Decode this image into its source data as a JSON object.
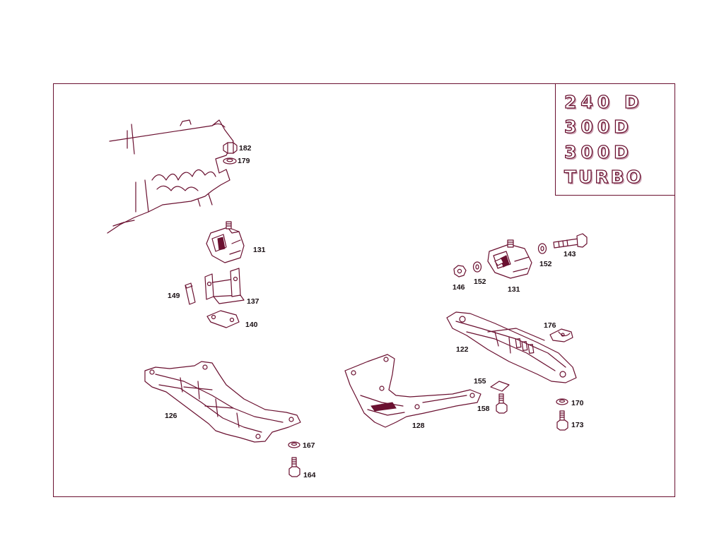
{
  "model_badges": [
    "240 D",
    "300D",
    "300D",
    "TURBO"
  ],
  "part_labels": {
    "p182": "182",
    "p179": "179",
    "p131_left": "131",
    "p149": "149",
    "p137": "137",
    "p140": "140",
    "p126": "126",
    "p167": "167",
    "p164": "164",
    "p146": "146",
    "p152_a": "152",
    "p131_right": "131",
    "p152_b": "152",
    "p143": "143",
    "p176": "176",
    "p122": "122",
    "p155": "155",
    "p158": "158",
    "p128": "128",
    "p170": "170",
    "p173": "173"
  },
  "colors": {
    "line": "#6a1030",
    "text": "#1a1014",
    "background": "#ffffff"
  }
}
